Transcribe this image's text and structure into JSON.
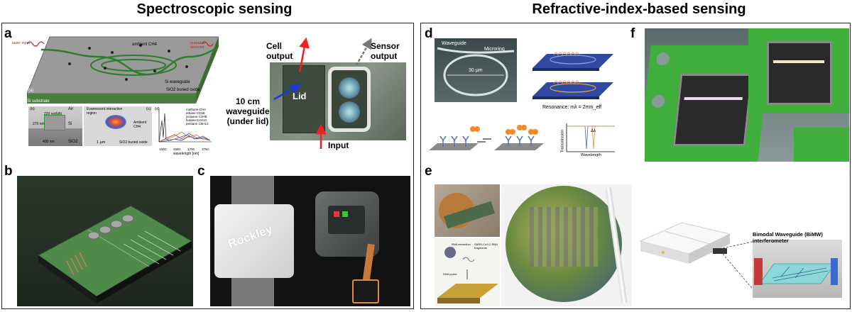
{
  "headings": {
    "left": "Spectroscopic sensing",
    "right": "Refractive-index-based sensing"
  },
  "panel_labels": {
    "a": "a",
    "b": "b",
    "c": "c",
    "d": "d",
    "e": "e",
    "f": "f"
  },
  "panel_a": {
    "laser_input": "laser input",
    "output_detector": "output to detector",
    "ambient_ch4": "ambient CH4",
    "si_waveguide": "Si waveguide",
    "buried_oxide": "SiO2 buried oxide",
    "si_substrate": "Si substrate",
    "sub_a": "(a)",
    "sub_b": "(b)",
    "sub_c": "(c)",
    "sub_d": "(d)",
    "air": "Air",
    "sin_dim": "SiN",
    "si": "Si",
    "sio2": "SiO2",
    "dim_270": "270 nm",
    "dim_400": "400 nm",
    "dim_220": "220 nm",
    "evanescent": "Evanescent interactive region",
    "ambient_ch4_c": "Ambient CH4",
    "scale_1um": "1 µm",
    "legend": [
      "methane CH4",
      "ethane C2H6",
      "propane C3H8",
      "butane C4H10",
      "pentane C5H12"
    ],
    "spectrum_xlabel": "wavelength [nm]",
    "spectrum_ticks": [
      "1600",
      "1650",
      "1700",
      "1750"
    ],
    "cell_output": "Cell output",
    "sensor_output": "Sensor output",
    "waveguide_note": "10 cm waveguide (under lid)",
    "lid": "Lid",
    "input": "Input"
  },
  "panel_c": {
    "brand": "Rockley"
  },
  "panel_d": {
    "waveguide": "Waveguide",
    "microring": "Microring",
    "size": "30 µm",
    "resonance": "Resonance: mλ = 2πrn_eff",
    "transmission": "Transmission",
    "wavelength": "Wavelength",
    "delta": "Δλ"
  },
  "panel_e": {
    "sars": "SARS-CoV-2 RNA fragments",
    "dna_probe": "DNA probe",
    "rna": "RNA extraction"
  },
  "panel_f": {
    "bimw": "Bimodal Waveguide (BiMW) interferometer"
  },
  "colors": {
    "pcb_green": "#3fae3a",
    "chip_gray": "#5c6e5c",
    "wafer_green": "#6a8a40",
    "device_white": "#eeeeee"
  }
}
